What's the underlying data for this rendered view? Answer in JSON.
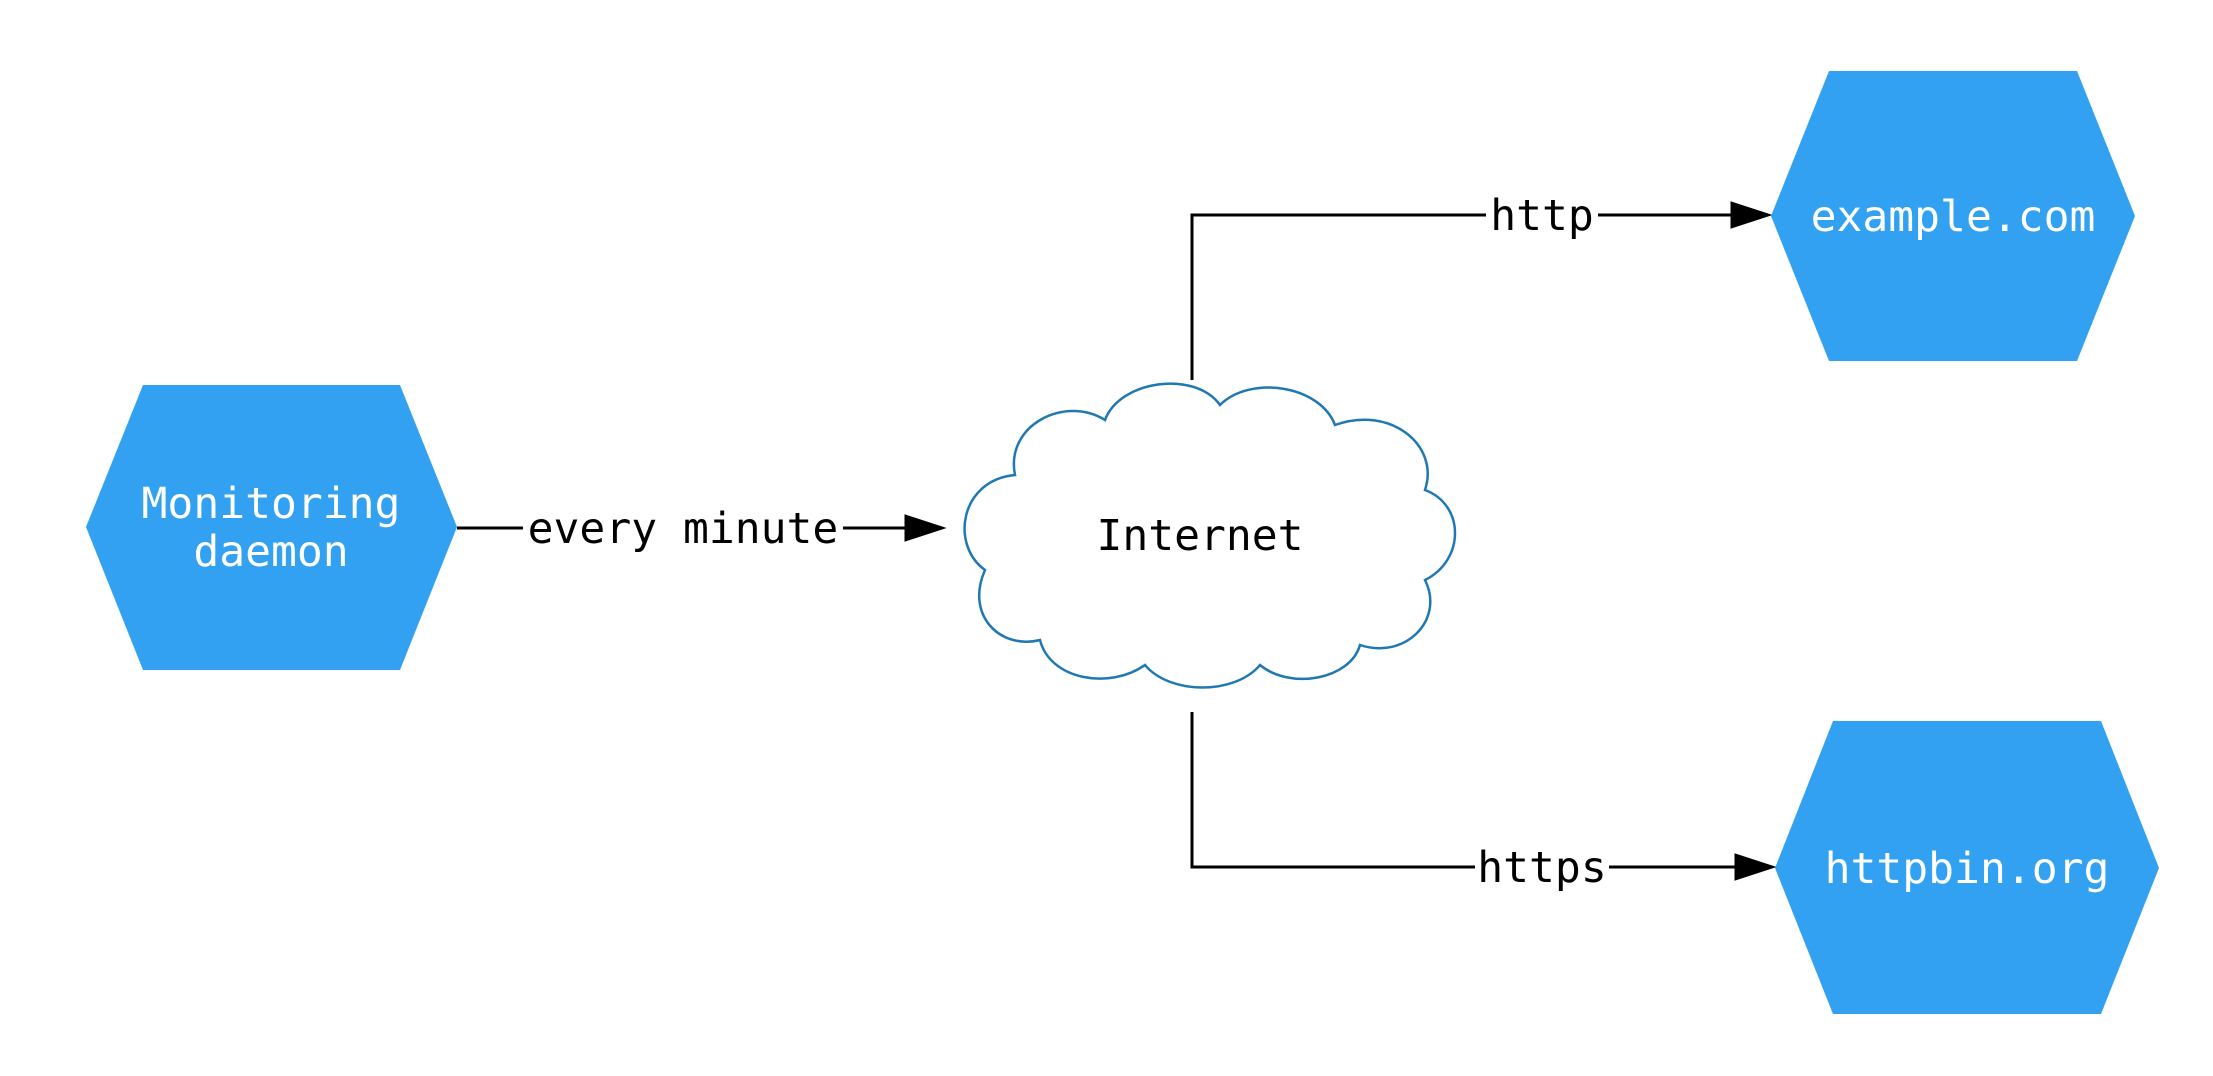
{
  "diagram": {
    "colors": {
      "node_fill": "#33a1f2",
      "node_text": "#ffffff",
      "cloud_stroke": "#1f78b4",
      "edge_color": "#000000",
      "edge_label_color": "#000000",
      "background": "#ffffff"
    },
    "nodes": {
      "monitoring_daemon": {
        "line1": "Monitoring",
        "line2": "daemon",
        "shape": "hexagon"
      },
      "internet": {
        "label": "Internet",
        "shape": "cloud"
      },
      "example_com": {
        "label": "example.com",
        "shape": "hexagon"
      },
      "httpbin_org": {
        "label": "httpbin.org",
        "shape": "hexagon"
      }
    },
    "edges": {
      "monitor_to_internet": {
        "label": "every minute"
      },
      "internet_to_example": {
        "label": "http"
      },
      "internet_to_httpbin": {
        "label": "https"
      }
    }
  }
}
